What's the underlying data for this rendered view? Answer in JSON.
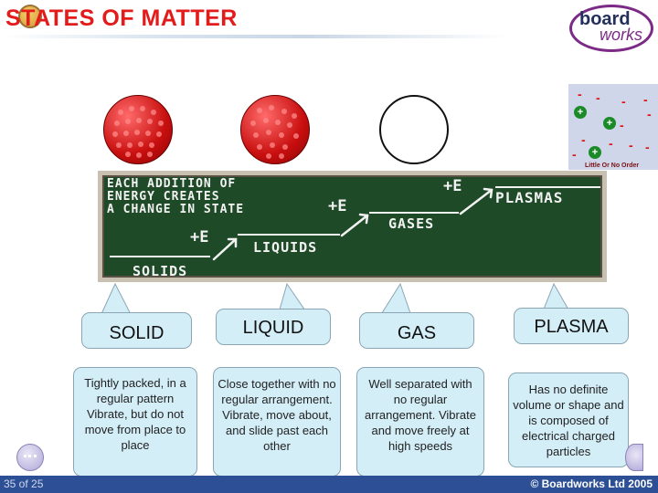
{
  "header": {
    "title": "STATES OF MATTER"
  },
  "logo": {
    "word1": "board",
    "word2": "works"
  },
  "plasma_diagram": {
    "caption": "Little Or No Order",
    "positive_symbol": "+",
    "negative_symbol": "-"
  },
  "chalkboard": {
    "heading_lines": [
      "EACH ADDITION OF",
      "ENERGY CREATES",
      "A CHANGE IN STATE"
    ],
    "energy_label": "+E",
    "states": [
      "SOLIDS",
      "LIQUIDS",
      "GASES",
      "PLASMAS"
    ]
  },
  "states": [
    {
      "name": "SOLID",
      "description": "Tightly packed, in a regular pattern Vibrate, but do not move from place to place"
    },
    {
      "name": "LIQUID",
      "description": "Close together with no regular arrangement. Vibrate, move about, and slide past each other"
    },
    {
      "name": "GAS",
      "description": "Well separated with no regular arrangement. Vibrate and move freely at high speeds"
    },
    {
      "name": "PLASMA",
      "description": "Has no definite volume or shape and is composed of electrical charged particles"
    }
  ],
  "footer": {
    "slide_counter": "35 of 25",
    "copyright": "© Boardworks Ltd 2005"
  },
  "colors": {
    "title": "#e31b1b",
    "chalkboard": "#1e4a28",
    "callout": "#d4eef8",
    "footer": "#2c4f95",
    "particle": "#c80e0e"
  }
}
